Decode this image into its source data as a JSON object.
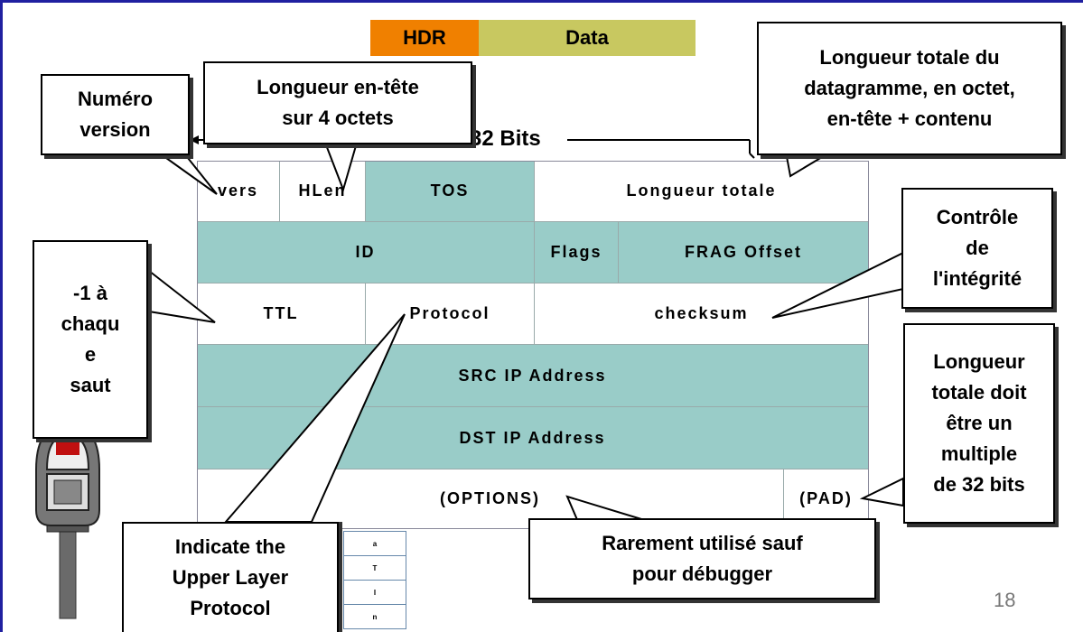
{
  "header_bar": {
    "hdr": "HDR",
    "data": "Data"
  },
  "bits_label": "32 Bits",
  "rows": [
    [
      "vers",
      "HLen",
      "TOS",
      "Longueur totale"
    ],
    [
      "ID",
      "Flags",
      "FRAG Offset"
    ],
    [
      "TTL",
      "Protocol",
      "checksum"
    ],
    [
      "SRC IP Address"
    ],
    [
      "DST IP Address"
    ],
    [
      "(OPTIONS)",
      "(PAD)"
    ]
  ],
  "callouts": {
    "version": [
      "Numéro",
      "version"
    ],
    "hlen": [
      "Longueur en-tête",
      "sur 4 octets"
    ],
    "total_length": [
      "Longueur totale du",
      "datagramme, en octet,",
      "en-tête + contenu"
    ],
    "integrity": [
      "Contrôle",
      "de",
      "l'intégrité"
    ],
    "ttl": [
      "-1 à",
      "chaqu",
      "e",
      "saut"
    ],
    "multiple": [
      "Longueur",
      "totale doit",
      "être un",
      "multiple",
      "de 32 bits"
    ],
    "protocol": [
      "Indicate the",
      "Upper Layer",
      "Protocol"
    ],
    "options": [
      "Rarement utilisé sauf",
      "pour débugger"
    ]
  },
  "small_table": [
    "a",
    "T",
    "I",
    "n"
  ],
  "slide_number": "18",
  "colors": {
    "teal": "#99ccc8",
    "hdr": "#f08000",
    "data": "#c8c860",
    "frame": "#2020a0"
  },
  "icons": [
    "parking-meter-icon"
  ]
}
